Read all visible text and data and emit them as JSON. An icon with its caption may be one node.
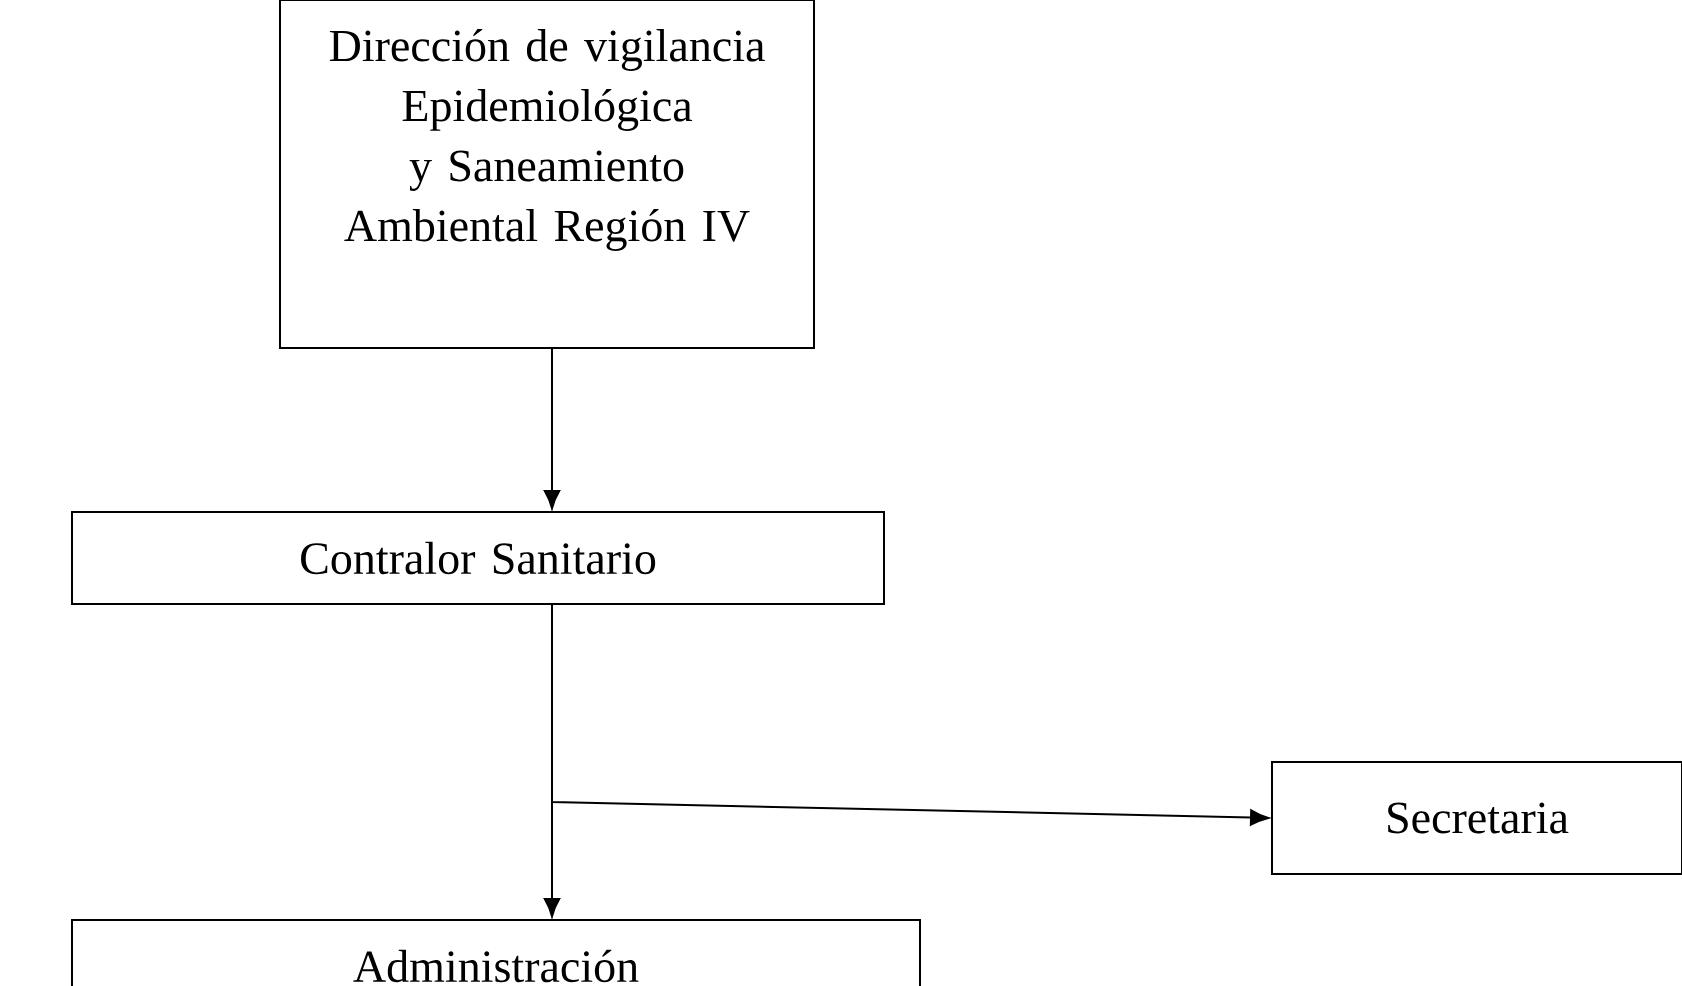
{
  "diagram": {
    "nodes": [
      {
        "text": [
          "Dirección de vigilancia Epidemiológica y Saneamiento Ambiental Región IV"
        ]
      },
      {
        "text": [
          "Contralor Sanitario"
        ]
      },
      {
        "text": [
          "Secretaria"
        ]
      },
      {
        "text": [
          "Administración"
        ]
      }
    ],
    "edges": [
      {
        "from": 0,
        "to": 1,
        "arrow": "to"
      },
      {
        "from": 1,
        "to": 3,
        "arrow": "to"
      },
      {
        "from": 1,
        "to": 2,
        "arrow": "to"
      }
    ]
  }
}
